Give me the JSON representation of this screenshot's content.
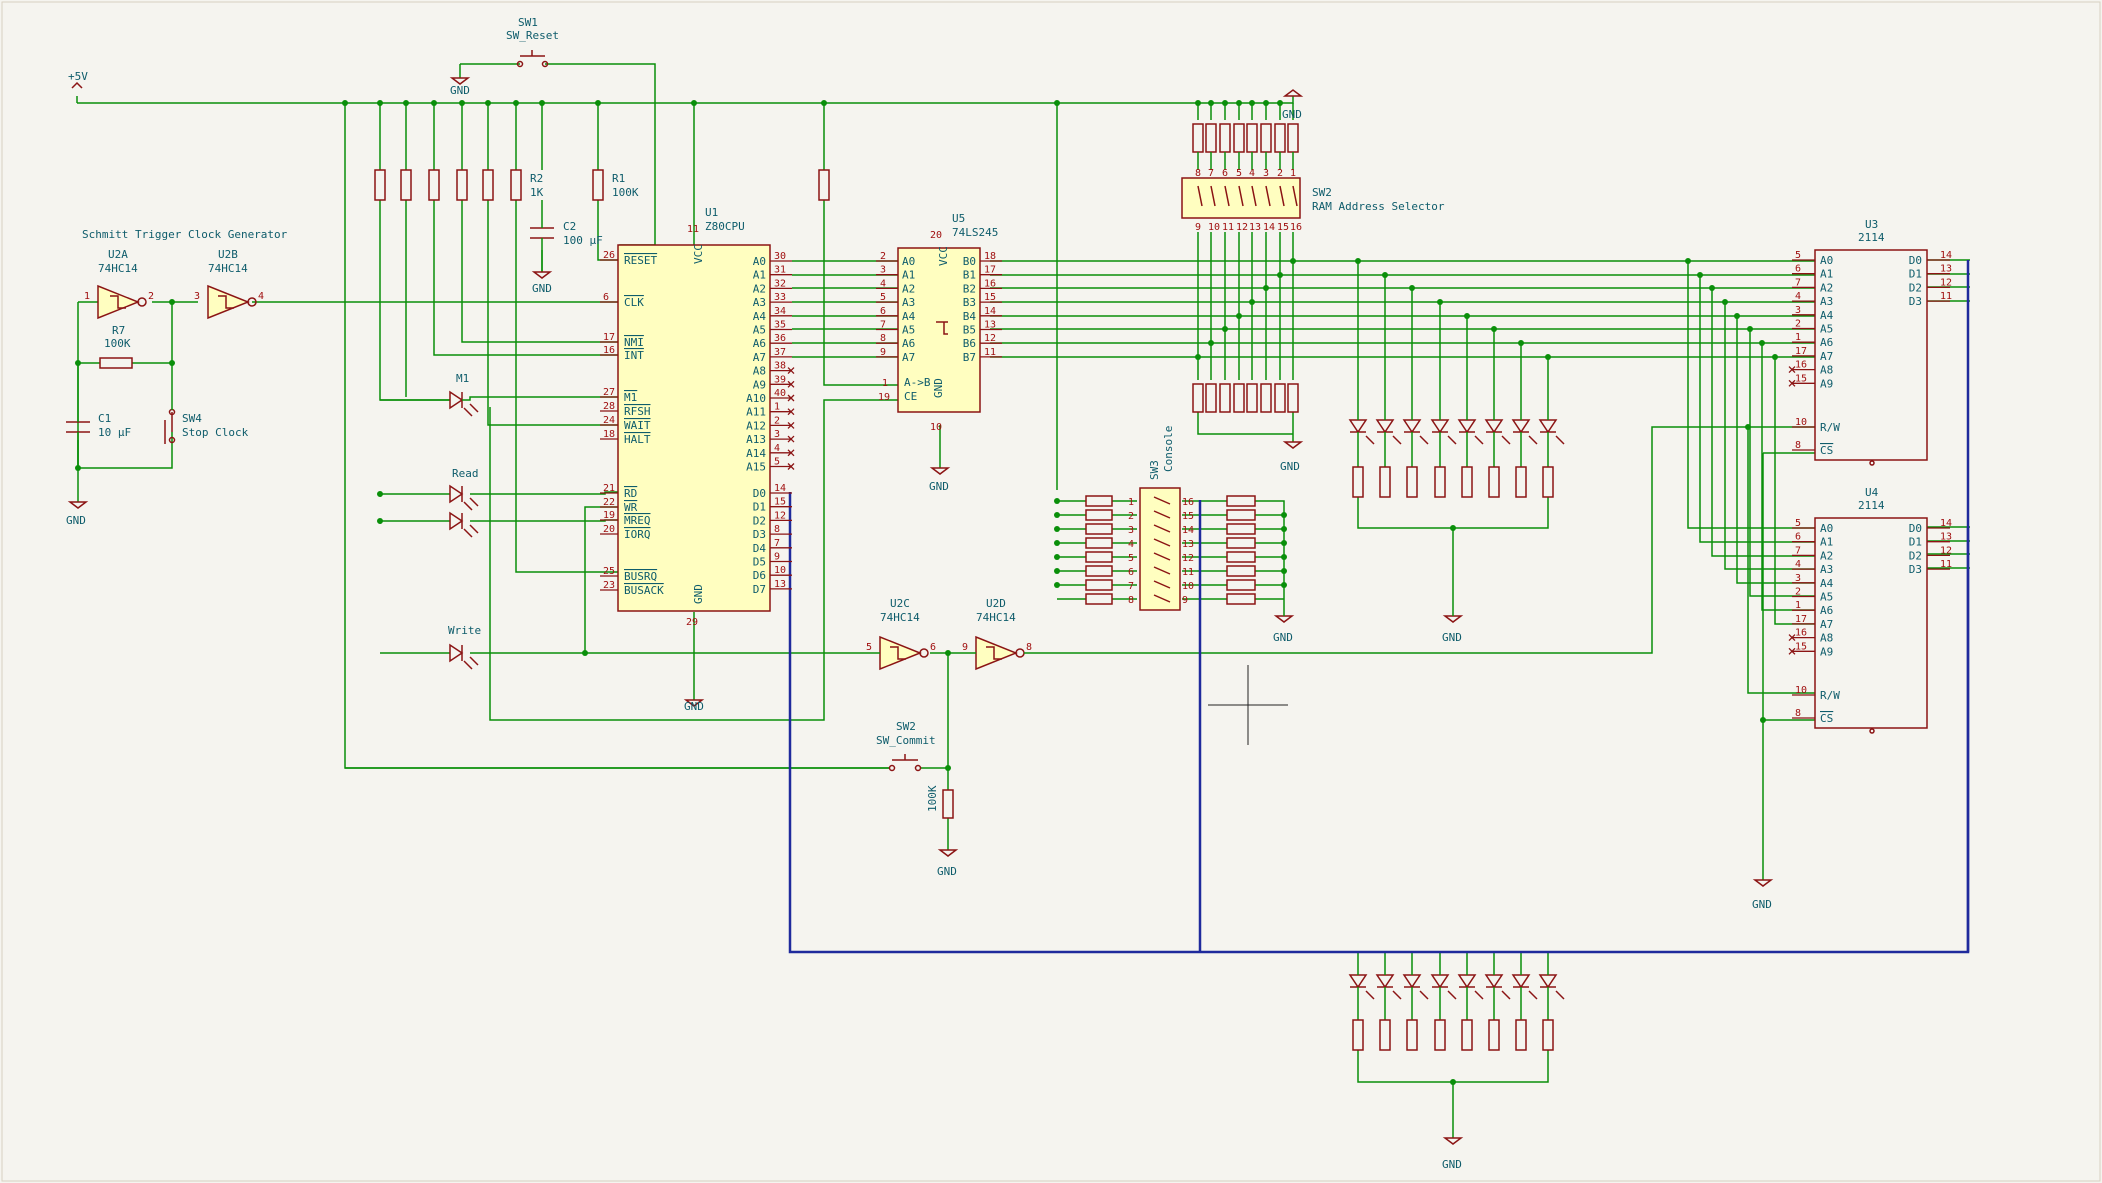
{
  "colors": {
    "wire": "#0a8f0a",
    "bus": "#1f2a9c",
    "component": "#8b1414",
    "component_fill": "#fffec0",
    "label": "#0e5c6b",
    "background": "#f5f4ef"
  },
  "power": {
    "vcc_label": "+5V",
    "gnd_label": "GND"
  },
  "title_text": "Schmitt Trigger Clock Generator",
  "u2a": {
    "ref": "U2A",
    "value": "74HC14",
    "pin_in": "1",
    "pin_out": "2"
  },
  "u2b": {
    "ref": "U2B",
    "value": "74HC14",
    "pin_in": "3",
    "pin_out": "4"
  },
  "u2c": {
    "ref": "U2C",
    "value": "74HC14",
    "pin_in": "5",
    "pin_out": "6"
  },
  "u2d": {
    "ref": "U2D",
    "value": "74HC14",
    "pin_in": "9",
    "pin_out": "8"
  },
  "r7": {
    "ref": "R7",
    "value": "100K"
  },
  "c1": {
    "ref": "C1",
    "value": "10 μF"
  },
  "sw4": {
    "ref": "SW4",
    "value": "Stop Clock"
  },
  "sw1": {
    "ref": "SW1",
    "value": "SW_Reset"
  },
  "r2": {
    "ref": "R2",
    "value": "1K"
  },
  "r1": {
    "ref": "R1",
    "value": "100K"
  },
  "c2": {
    "ref": "C2",
    "value": "100 μF"
  },
  "led_m1": "M1",
  "led_read": "Read",
  "led_write": "Write",
  "sw_commit": {
    "ref": "SW2",
    "value": "SW_Commit",
    "resistor": "100K"
  },
  "cpu": {
    "ref": "U1",
    "value": "Z80CPU",
    "vcc_label": "VCC",
    "vcc_pin": "11",
    "gnd_label": "GND",
    "gnd_pin": "29",
    "left_pins": [
      {
        "n": "26",
        "name": "RESET"
      },
      {
        "n": "6",
        "name": "CLK"
      },
      {
        "n": "17",
        "name": "NMI"
      },
      {
        "n": "16",
        "name": "INT"
      },
      {
        "n": "27",
        "name": "M1"
      },
      {
        "n": "28",
        "name": "RFSH"
      },
      {
        "n": "24",
        "name": "WAIT"
      },
      {
        "n": "18",
        "name": "HALT"
      },
      {
        "n": "21",
        "name": "RD"
      },
      {
        "n": "22",
        "name": "WR"
      },
      {
        "n": "19",
        "name": "MREQ"
      },
      {
        "n": "20",
        "name": "IORQ"
      },
      {
        "n": "25",
        "name": "BUSRQ"
      },
      {
        "n": "23",
        "name": "BUSACK"
      }
    ],
    "addr_pins": [
      {
        "n": "30",
        "name": "A0"
      },
      {
        "n": "31",
        "name": "A1"
      },
      {
        "n": "32",
        "name": "A2"
      },
      {
        "n": "33",
        "name": "A3"
      },
      {
        "n": "34",
        "name": "A4"
      },
      {
        "n": "35",
        "name": "A5"
      },
      {
        "n": "36",
        "name": "A6"
      },
      {
        "n": "37",
        "name": "A7"
      },
      {
        "n": "38",
        "name": "A8"
      },
      {
        "n": "39",
        "name": "A9"
      },
      {
        "n": "40",
        "name": "A10"
      },
      {
        "n": "1",
        "name": "A11"
      },
      {
        "n": "2",
        "name": "A12"
      },
      {
        "n": "3",
        "name": "A13"
      },
      {
        "n": "4",
        "name": "A14"
      },
      {
        "n": "5",
        "name": "A15"
      }
    ],
    "data_pins": [
      {
        "n": "14",
        "name": "D0"
      },
      {
        "n": "15",
        "name": "D1"
      },
      {
        "n": "12",
        "name": "D2"
      },
      {
        "n": "8",
        "name": "D3"
      },
      {
        "n": "7",
        "name": "D4"
      },
      {
        "n": "9",
        "name": "D5"
      },
      {
        "n": "10",
        "name": "D6"
      },
      {
        "n": "13",
        "name": "D7"
      }
    ]
  },
  "buf": {
    "ref": "U5",
    "value": "74LS245",
    "vcc_pin": "20",
    "vcc_label": "VCC",
    "gnd_pin": "10",
    "gnd_label": "GND",
    "a_pins": [
      {
        "n": "2",
        "name": "A0"
      },
      {
        "n": "3",
        "name": "A1"
      },
      {
        "n": "4",
        "name": "A2"
      },
      {
        "n": "5",
        "name": "A3"
      },
      {
        "n": "6",
        "name": "A4"
      },
      {
        "n": "7",
        "name": "A5"
      },
      {
        "n": "8",
        "name": "A6"
      },
      {
        "n": "9",
        "name": "A7"
      }
    ],
    "b_pins": [
      {
        "n": "18",
        "name": "B0"
      },
      {
        "n": "17",
        "name": "B1"
      },
      {
        "n": "16",
        "name": "B2"
      },
      {
        "n": "15",
        "name": "B3"
      },
      {
        "n": "14",
        "name": "B4"
      },
      {
        "n": "13",
        "name": "B5"
      },
      {
        "n": "12",
        "name": "B6"
      },
      {
        "n": "11",
        "name": "B7"
      }
    ],
    "dir": {
      "n": "1",
      "name": "A->B"
    },
    "ce": {
      "n": "19",
      "name": "CE"
    }
  },
  "sw2": {
    "ref": "SW2",
    "value": "RAM Address Selector",
    "top_nums": [
      "8",
      "7",
      "6",
      "5",
      "4",
      "3",
      "2",
      "1"
    ],
    "bottom_nums": [
      "9",
      "10",
      "11",
      "12",
      "13",
      "14",
      "15",
      "16"
    ]
  },
  "sw3": {
    "ref": "SW3",
    "value": "Console",
    "left_nums": [
      "1",
      "2",
      "3",
      "4",
      "5",
      "6",
      "7",
      "8"
    ],
    "right_nums": [
      "16",
      "15",
      "14",
      "13",
      "12",
      "11",
      "10",
      "9"
    ]
  },
  "ram": [
    {
      "ref": "U3",
      "value": "2114",
      "addr_pins": [
        {
          "n": "5",
          "name": "A0"
        },
        {
          "n": "6",
          "name": "A1"
        },
        {
          "n": "7",
          "name": "A2"
        },
        {
          "n": "4",
          "name": "A3"
        },
        {
          "n": "3",
          "name": "A4"
        },
        {
          "n": "2",
          "name": "A5"
        },
        {
          "n": "1",
          "name": "A6"
        },
        {
          "n": "17",
          "name": "A7"
        },
        {
          "n": "16",
          "name": "A8"
        },
        {
          "n": "15",
          "name": "A9"
        }
      ],
      "data_pins": [
        {
          "n": "14",
          "name": "D0"
        },
        {
          "n": "13",
          "name": "D1"
        },
        {
          "n": "12",
          "name": "D2"
        },
        {
          "n": "11",
          "name": "D3"
        }
      ],
      "rw": {
        "n": "10",
        "name": "R/W"
      },
      "cs": {
        "n": "8",
        "name": "CS"
      }
    },
    {
      "ref": "U4",
      "value": "2114",
      "addr_pins": [
        {
          "n": "5",
          "name": "A0"
        },
        {
          "n": "6",
          "name": "A1"
        },
        {
          "n": "7",
          "name": "A2"
        },
        {
          "n": "4",
          "name": "A3"
        },
        {
          "n": "3",
          "name": "A4"
        },
        {
          "n": "2",
          "name": "A5"
        },
        {
          "n": "1",
          "name": "A6"
        },
        {
          "n": "17",
          "name": "A7"
        },
        {
          "n": "16",
          "name": "A8"
        },
        {
          "n": "15",
          "name": "A9"
        }
      ],
      "data_pins": [
        {
          "n": "14",
          "name": "D0"
        },
        {
          "n": "13",
          "name": "D1"
        },
        {
          "n": "12",
          "name": "D2"
        },
        {
          "n": "11",
          "name": "D3"
        }
      ],
      "rw": {
        "n": "10",
        "name": "R/W"
      },
      "cs": {
        "n": "8",
        "name": "CS"
      }
    }
  ]
}
